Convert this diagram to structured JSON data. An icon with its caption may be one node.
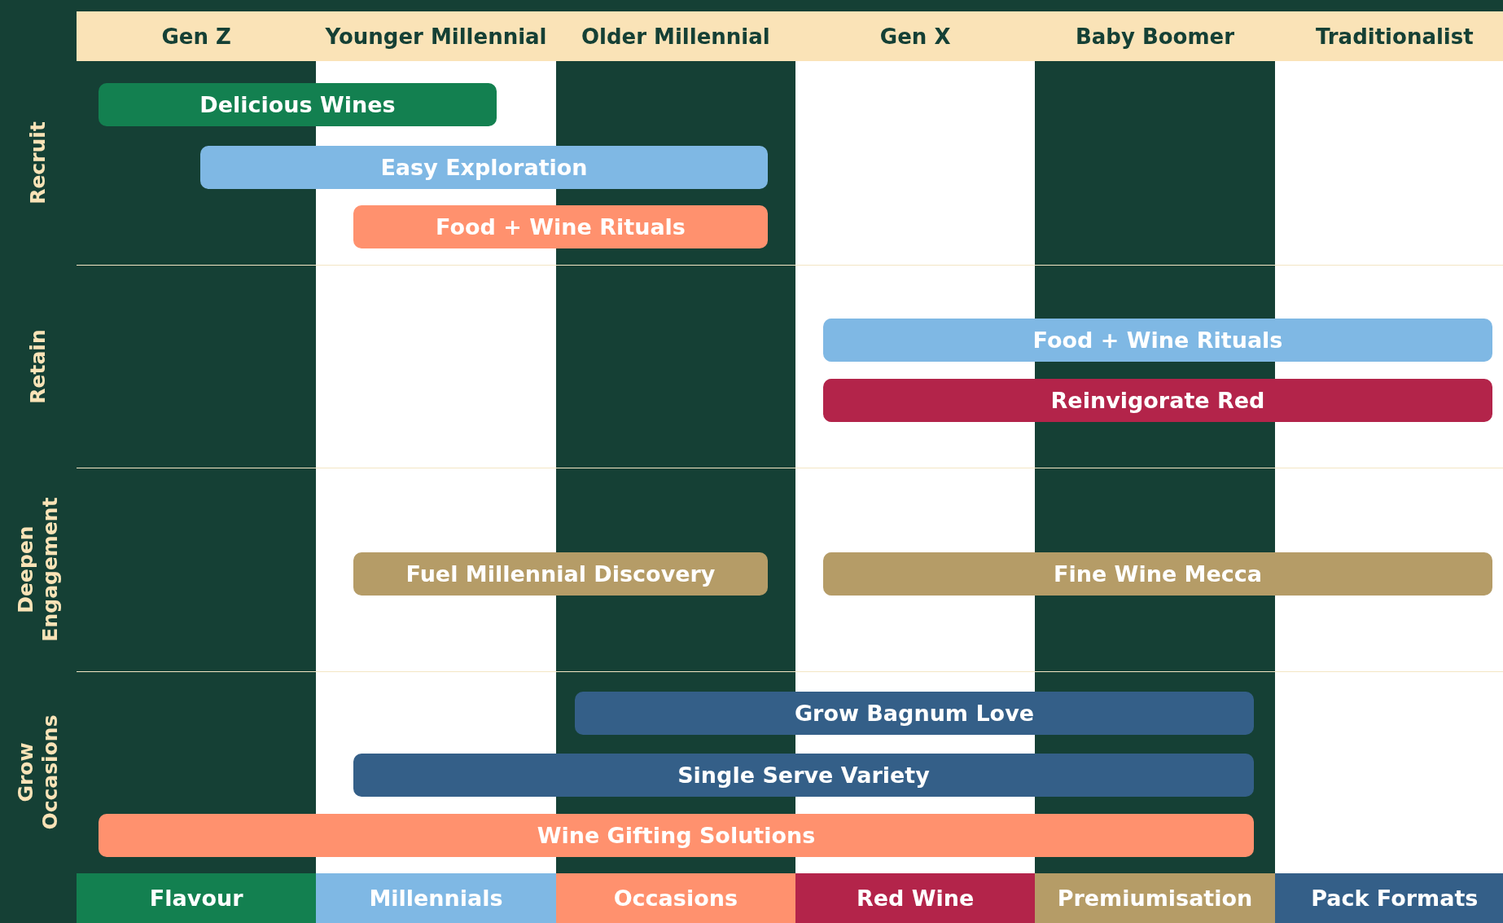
{
  "diagram": {
    "nodes": [
      {
        "text": [
          "Delicious Wines"
        ]
      },
      {
        "text": [
          "Easy Exploration"
        ]
      },
      {
        "text": [
          "Food + Wine Rituals"
        ]
      },
      {
        "text": [
          "Food + Wine Rituals"
        ]
      },
      {
        "text": [
          "Reinvigorate Red"
        ]
      },
      {
        "text": [
          "Fuel Millennial Discovery"
        ]
      },
      {
        "text": [
          "Fine Wine Mecca"
        ]
      },
      {
        "text": [
          "Grow Bagnum Love"
        ]
      },
      {
        "text": [
          "Single Serve Variety"
        ]
      },
      {
        "text": [
          "Wine Gifting Solutions"
        ]
      }
    ],
    "labels": [
      "Gen Z",
      "Younger Millennial",
      "Older Millennial",
      "Gen X",
      "Baby Boomer",
      "Traditionalist",
      "Recruit",
      "Retain",
      "Deepen Engagement",
      "Grow Occasions"
    ],
    "legend": [
      {
        "text": "Flavour",
        "color": "#138050"
      },
      {
        "text": "Millennials",
        "color": "#7fb8e4"
      },
      {
        "text": "Occasions",
        "color": "#ff916e"
      },
      {
        "text": "Red Wine",
        "color": "#b3244a"
      },
      {
        "text": "Premiumisation",
        "color": "#b59c67"
      },
      {
        "text": "Pack Formats",
        "color": "#345f88"
      }
    ]
  }
}
